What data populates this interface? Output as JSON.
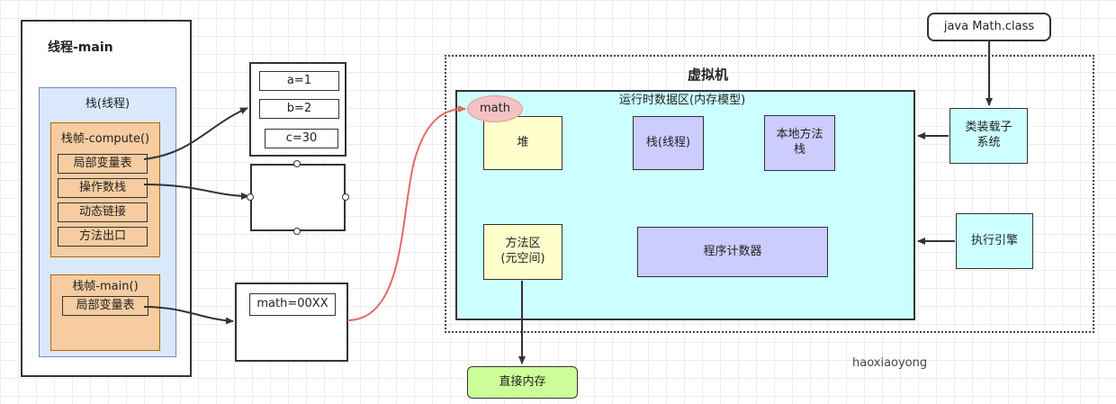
{
  "thread": {
    "title": "线程-main",
    "stack_title": "栈(线程)",
    "frame_compute": {
      "title": "栈帧-compute()",
      "items": [
        "局部变量表",
        "操作数栈",
        "动态链接",
        "方法出口"
      ]
    },
    "frame_main": {
      "title": "栈帧-main()",
      "items": [
        "局部变量表"
      ]
    }
  },
  "locals_box": {
    "items": [
      "a=1",
      "b=2",
      "c=30"
    ]
  },
  "main_locals_box": {
    "value": "math=00XX"
  },
  "jvm": {
    "title": "虚拟机",
    "runtime_area": {
      "title": "运行时数据区(内存模型)",
      "math_label": "math",
      "heap": "堆",
      "stack": "栈(线程)",
      "native_stack": "本地方法栈",
      "method_area": [
        "方法区",
        "(元空间)"
      ],
      "program_counter": "程序计数器"
    },
    "class_loader": [
      "类装载子",
      "系统"
    ],
    "exec_engine": "执行引擎"
  },
  "class_file": "java Math.class",
  "direct_memory": "直接内存",
  "watermark": "haoxiaoyong",
  "colors": {
    "thread_bg": "#dae8fc",
    "frame_bg": "#f6ccA0",
    "runtime_bg": "#ccffff",
    "yellow": "#ffffcc",
    "purple": "#ccccff",
    "green": "#ccff99",
    "red_curve": "#e06a66"
  }
}
